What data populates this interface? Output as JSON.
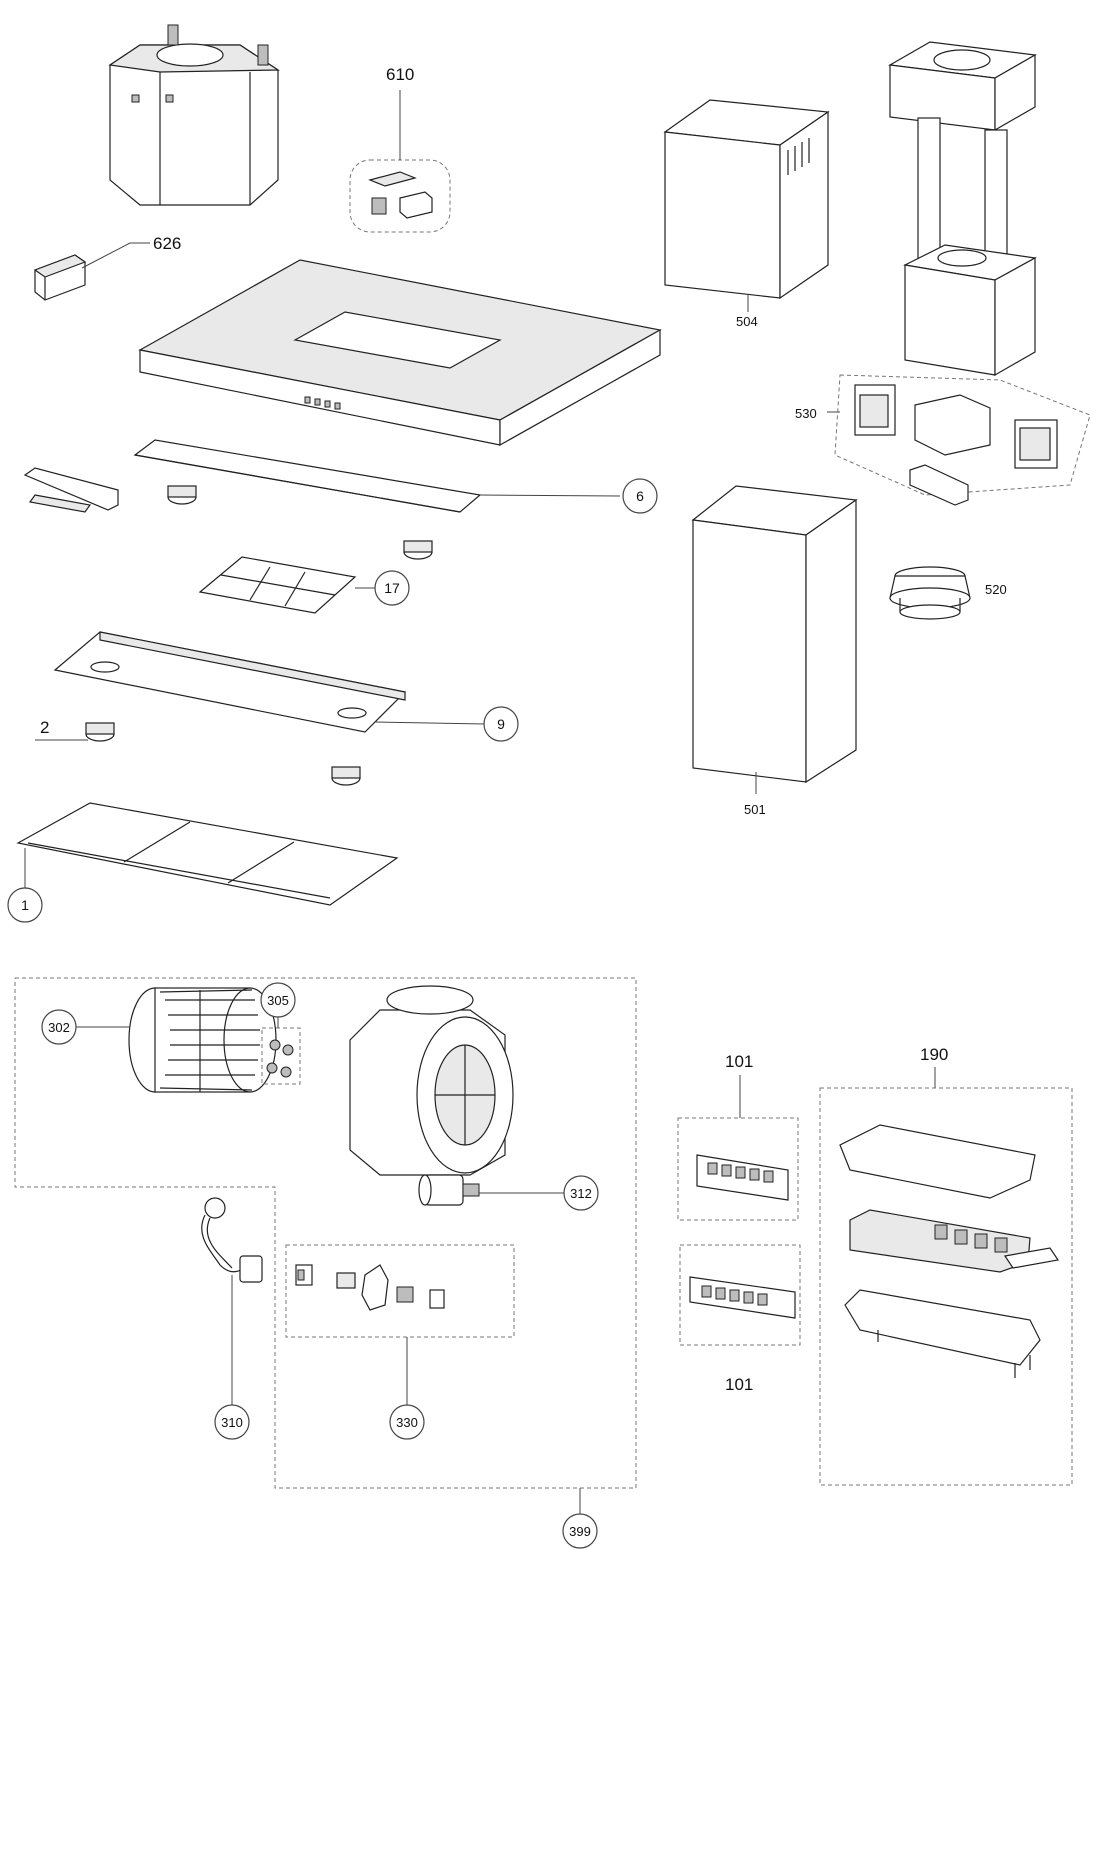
{
  "labels": {
    "p610": "610",
    "p626": "626",
    "p504": "504",
    "p530": "530",
    "p520": "520",
    "p501": "501",
    "p6": "6",
    "p17": "17",
    "p9": "9",
    "p2": "2",
    "p1": "1",
    "p302": "302",
    "p305": "305",
    "p312": "312",
    "p310": "310",
    "p330": "330",
    "p399": "399",
    "p101a": "101",
    "p101b": "101",
    "p190": "190"
  }
}
